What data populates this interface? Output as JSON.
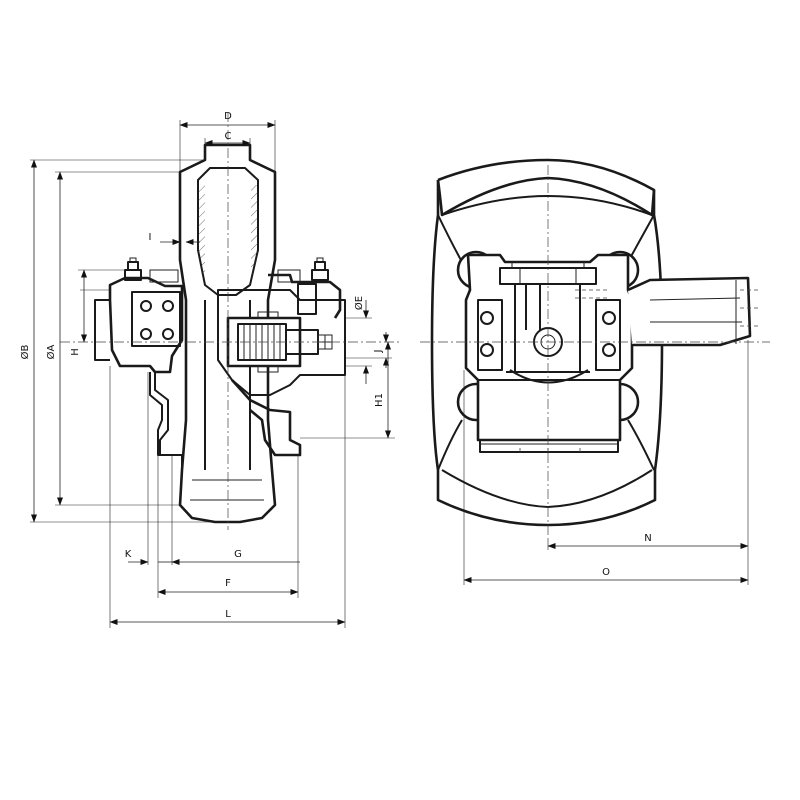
{
  "labels": {
    "D": "D",
    "C": "C",
    "I": "I",
    "H_left": "H",
    "B": "ØB",
    "A": "ØA",
    "E": "ØE",
    "J": "J",
    "H1": "H1",
    "K": "K",
    "G": "G",
    "F": "F",
    "L": "L",
    "N": "N",
    "O": "O"
  },
  "colors": {
    "line": "#1a1a1a",
    "background": "#ffffff"
  }
}
